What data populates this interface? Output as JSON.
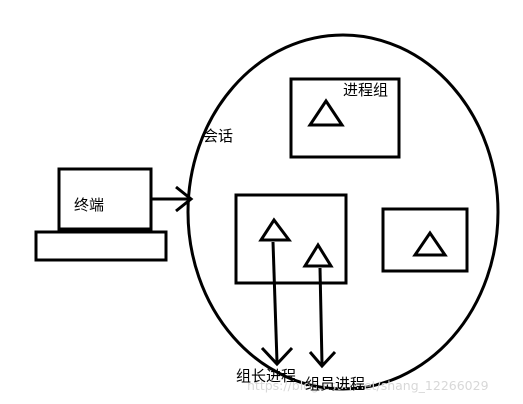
{
  "labels": {
    "terminal": "终端",
    "session": "会话",
    "process_group": "进程组",
    "leader_process": "组长进程",
    "member_process": "组员进程"
  },
  "watermark": "https://blog.csdn.net/shang_12266029",
  "colors": {
    "stroke": "#000000",
    "background": "#ffffff",
    "watermark": "#d8d8d8"
  }
}
